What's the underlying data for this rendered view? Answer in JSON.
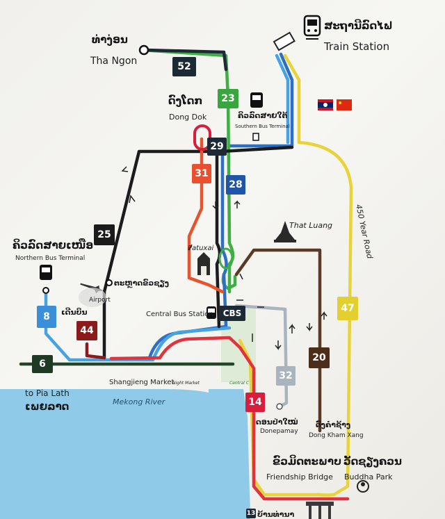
{
  "places": {
    "tha_ngon_lao": "ທ່າງ່ອນ",
    "tha_ngon": "Tha Ngon",
    "train_lao": "ສະຖານີລົດໄຟ",
    "train": "Train Station",
    "dong_dok_lao": "ດົງໂດກ",
    "dong_dok": "Dong Dok",
    "southern_lao": "ຄິວລົດສາຍໃຕ້",
    "southern": "Southern Bus Terminal",
    "northern_lao": "ຄິວລົດສາຍເໜືອ",
    "northern": "Northern Bus Terminal",
    "that_luang": "That Luang",
    "patuxai": "Patuxai",
    "road_450": "450 Year Road",
    "airport": "Airport",
    "airport_lao": "ເດີນບິນ",
    "tha_lao": "ຕະຫຼາດຂົວຊຽງ",
    "central_bus": "Central Bus Station",
    "cbs": "CBS",
    "shangjieng": "Shangjieng Market",
    "night_market": "Night Market",
    "central_c": "Central C",
    "pia_lath": "to Pia Lath",
    "pia_lath_lao": "ເພຍລາດ",
    "mekong": "Mekong River",
    "donepamay_lao": "ດອນປ່າໃໝ່",
    "donepamay": "Donepamay",
    "dong_kham_xang_lao": "ດົງຄຳຊ້າງ",
    "dong_kham_xang": "Dong Kham Xang",
    "friendship_lao": "ຂົວມິດຕະພາບ",
    "friendship": "Friendship Bridge",
    "buddha_lao": "ວັດຊຽງຄວນ",
    "buddha": "Buddha Park",
    "bottom_lao": "ບ້ານທ່ານາ"
  },
  "routes": [
    {
      "number": "52",
      "color": "#1d2a36"
    },
    {
      "number": "23",
      "color": "#39a53e"
    },
    {
      "number": "29",
      "color": "#1d2a36"
    },
    {
      "number": "31",
      "color": "#e8502f"
    },
    {
      "number": "28",
      "color": "#1f56a8"
    },
    {
      "number": "25",
      "color": "#1b1b1b"
    },
    {
      "number": "8",
      "color": "#3a8fd8"
    },
    {
      "number": "44",
      "color": "#8c1a1a"
    },
    {
      "number": "6",
      "color": "#1f3a24"
    },
    {
      "number": "32",
      "color": "#aab4be"
    },
    {
      "number": "20",
      "color": "#4a2e1a"
    },
    {
      "number": "47",
      "color": "#e3d030"
    },
    {
      "number": "14",
      "color": "#d81e3c"
    },
    {
      "number": "13",
      "color": "#1d2a36"
    }
  ],
  "colors": {
    "yellow": "#e8d43a",
    "green": "#3fae45",
    "blue": "#2d6fc4",
    "lightblue": "#46a2e0",
    "red": "#e0333e",
    "orange": "#e8532e",
    "brown": "#5a3a25",
    "grey": "#aab4be",
    "black": "#1c1c1c",
    "darkgreen": "#23452a",
    "water": "#8fcbe8"
  },
  "icons": {
    "train": "train-icon",
    "bus": "bus-icon",
    "plane": "airplane-icon",
    "flag_laos": "laos-flag-icon",
    "flag_china": "china-flag-icon",
    "temple": "stupa-icon",
    "monument": "arch-icon",
    "buddha": "buddha-icon"
  }
}
